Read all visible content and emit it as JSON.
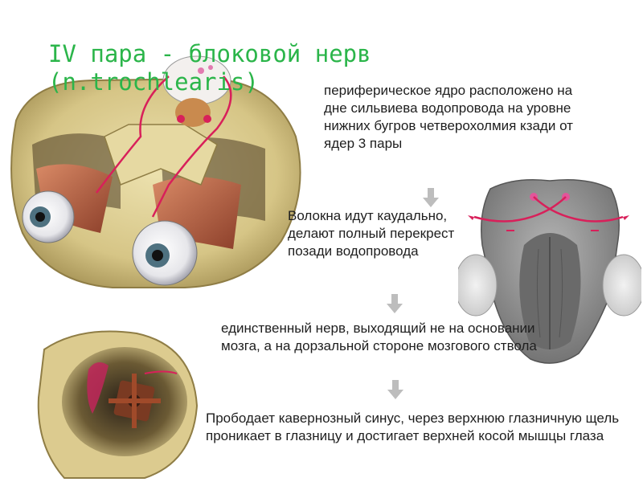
{
  "slide": {
    "title": "IV пара - блоковой нерв (n.trochlearis)",
    "paragraphs": [
      "периферическое ядро расположено на дне сильвиева водопровода на уровне нижних бугров четверохолмия кзади от ядер 3 пары",
      "Волокна идут каудально, делают полный перекрест позади водопровода",
      "единственный нерв, выходящий не на основании мозга, а на дорзальной стороне мозгового ствола",
      "Прободает кавернозный синус, через верхнюю глазничную щель проникает в глазницу и достигает верхней косой мышцы глаза"
    ]
  },
  "colors": {
    "title": "#2bb54a",
    "text": "#1e1e1e",
    "arrow": "#bdbdbd",
    "nerve": "#d8205a",
    "bone": "#d9c98c",
    "muscle": "#b5654a",
    "brainstem": "#8e8e8e"
  },
  "icons": {
    "arrow": "down-arrow-icon"
  }
}
